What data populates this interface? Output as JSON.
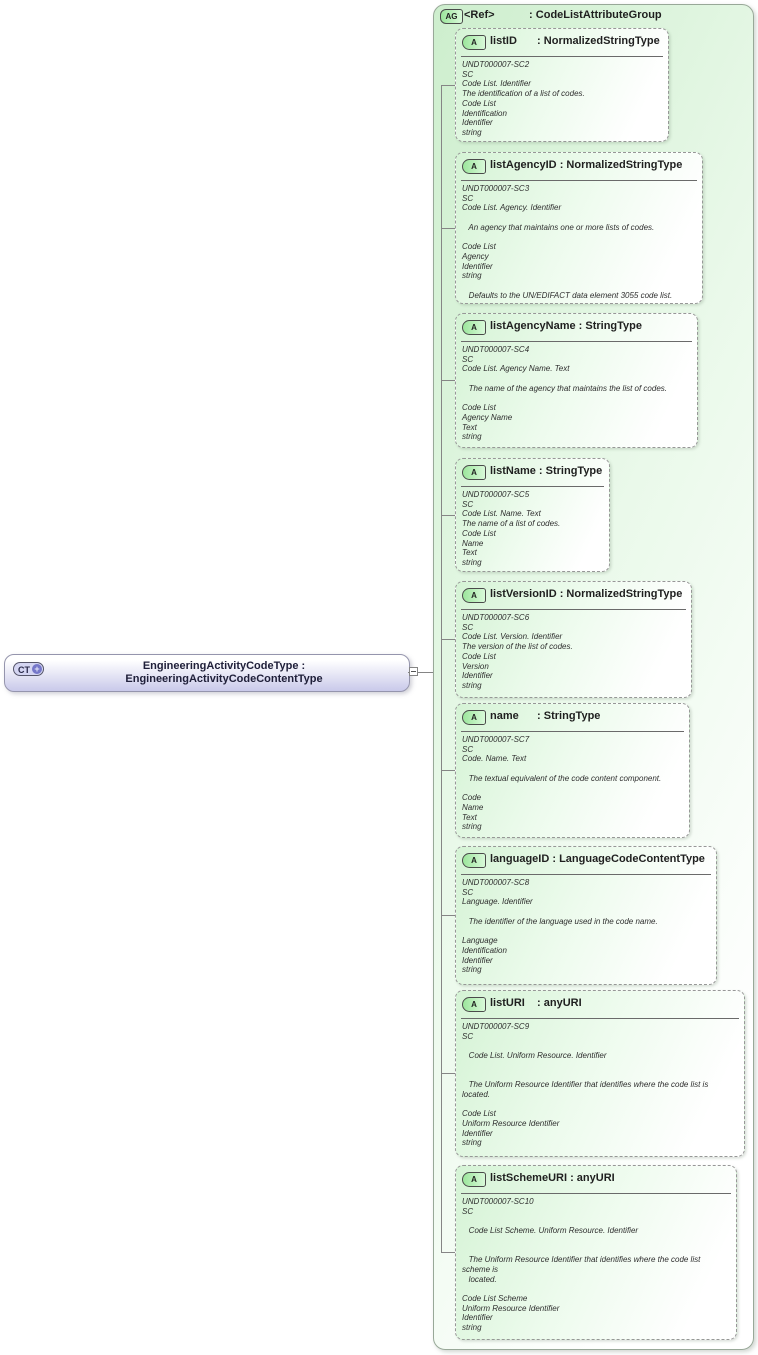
{
  "diagram": {
    "complex_type": {
      "icon": "CT",
      "expand_glyph": "+",
      "label": "EngineeringActivityCodeType : EngineeringActivityCodeContentType"
    },
    "attribute_group": {
      "icon": "AG",
      "name": "<Ref>",
      "type_label": " : CodeListAttributeGroup",
      "attributes": [
        {
          "icon": "A",
          "name": "listID",
          "type_label": " : NormalizedStringType",
          "doc": "UNDT000007-SC2\nSC\nCode List. Identifier\nThe identification of a list of codes.\nCode List\nIdentification\nIdentifier\nstring"
        },
        {
          "icon": "A",
          "name": "listAgencyID",
          "type_label": " : NormalizedStringType",
          "doc": "UNDT000007-SC3\nSC\nCode List. Agency. Identifier\n\n   An agency that maintains one or more lists of codes.\n\nCode List\nAgency\nIdentifier\nstring\n\n   Defaults to the UN/EDIFACT data element 3055 code list."
        },
        {
          "icon": "A",
          "name": "listAgencyName",
          "type_label": " : StringType",
          "doc": "UNDT000007-SC4\nSC\nCode List. Agency Name. Text\n\n   The name of the agency that maintains the list of codes.\n\nCode List\nAgency Name\nText\nstring"
        },
        {
          "icon": "A",
          "name": "listName",
          "type_label": " : StringType",
          "doc": "UNDT000007-SC5\nSC\nCode List. Name. Text\nThe name of a list of codes.\nCode List\nName\nText\nstring"
        },
        {
          "icon": "A",
          "name": "listVersionID",
          "type_label": " : NormalizedStringType",
          "doc": "UNDT000007-SC6\nSC\nCode List. Version. Identifier\nThe version of the list of codes.\nCode List\nVersion\nIdentifier\nstring"
        },
        {
          "icon": "A",
          "name": "name",
          "type_label": " : StringType",
          "doc": "UNDT000007-SC7\nSC\nCode. Name. Text\n\n   The textual equivalent of the code content component.\n\nCode\nName\nText\nstring"
        },
        {
          "icon": "A",
          "name": "languageID",
          "type_label": " : LanguageCodeContentType",
          "doc": "UNDT000007-SC8\nSC\nLanguage. Identifier\n\n   The identifier of the language used in the code name.\n\nLanguage\nIdentification\nIdentifier\nstring"
        },
        {
          "icon": "A",
          "name": "listURI",
          "type_label": " : anyURI",
          "doc": "UNDT000007-SC9\nSC\n\n   Code List. Uniform Resource. Identifier\n\n\n   The Uniform Resource Identifier that identifies where the code list is\nlocated.\n\nCode List\nUniform Resource Identifier\nIdentifier\nstring"
        },
        {
          "icon": "A",
          "name": "listSchemeURI",
          "type_label": " : anyURI",
          "doc": "UNDT000007-SC10\nSC\n\n   Code List Scheme. Uniform Resource. Identifier\n\n\n   The Uniform Resource Identifier that identifies where the code list\nscheme is\n   located.\n\nCode List Scheme\nUniform Resource Identifier\nIdentifier\nstring"
        }
      ]
    },
    "colors": {
      "attribute_fill": "#d5f3d5",
      "group_fill": "#cdeecd",
      "complex_fill": "#c9c9ea",
      "icon_green": "#9ce69c",
      "icon_purple": "#d4d5f2",
      "connector": "#858585"
    }
  }
}
